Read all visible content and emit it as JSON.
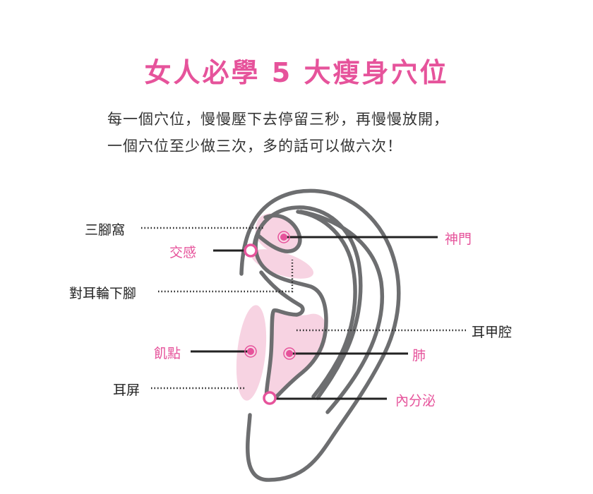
{
  "title": "女人必學 5 大瘦身穴位",
  "instructions": {
    "line1": "每一個穴位，慢慢壓下去停留三秒，再慢慢放開，",
    "line2": "一個穴位至少做三次，多的話可以做六次！"
  },
  "colors": {
    "accent_pink": "#e6539b",
    "region_pink": "#f7d3e2",
    "ear_outline": "#6d6e70",
    "label_black": "#222222",
    "leader_line": "#222222"
  },
  "labels": {
    "regions": [
      {
        "id": "triangular-fossa",
        "text": "三腳窩",
        "style": "dotted-leader"
      },
      {
        "id": "inferior-antihelix-crus",
        "text": "對耳輪下腳",
        "style": "dotted-leader"
      },
      {
        "id": "tragus",
        "text": "耳屏",
        "style": "dotted-leader"
      },
      {
        "id": "cavum-conchae",
        "text": "耳甲腔",
        "style": "dotted-leader"
      }
    ],
    "acupoints": [
      {
        "id": "shenmen",
        "text": "神門",
        "marker": "filled-target"
      },
      {
        "id": "jiaogan",
        "text": "交感",
        "marker": "hollow-ring"
      },
      {
        "id": "jidian",
        "text": "飢點",
        "marker": "filled-target"
      },
      {
        "id": "lung",
        "text": "肺",
        "marker": "filled-target"
      },
      {
        "id": "endocrine",
        "text": "內分泌",
        "marker": "hollow-ring"
      }
    ]
  }
}
